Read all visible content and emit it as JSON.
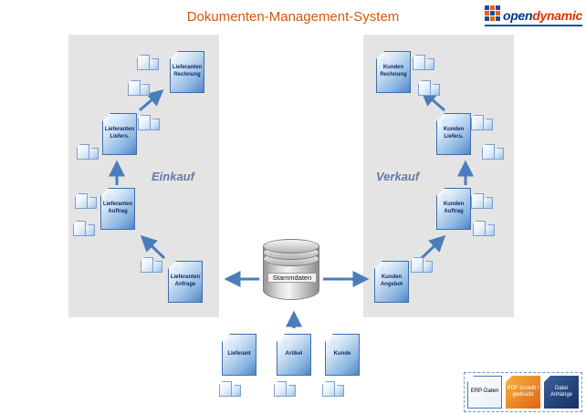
{
  "title": "Dokumenten-Management-System",
  "logo": {
    "open": "open",
    "dynamic": "dynamic"
  },
  "sections": {
    "einkauf": {
      "label": "Einkauf"
    },
    "verkauf": {
      "label": "Verkauf"
    }
  },
  "nodes": {
    "lieferanten_rechnung": {
      "label": "Lieferanten Rechnung"
    },
    "lieferanten_liefers": {
      "label": "Lieferanten Liefers."
    },
    "lieferanten_auftrag": {
      "label": "Lieferanten Auftrag"
    },
    "lieferanten_anfrage": {
      "label": "Lieferanten Anfrage"
    },
    "kunden_rechnung": {
      "label": "Kunden Rechnung"
    },
    "kunden_liefers": {
      "label": "Kunden Liefers."
    },
    "kunden_auftrag": {
      "label": "Kunden Auftrag"
    },
    "kunden_angebot": {
      "label": "Kunden Angebot"
    },
    "lieferant": {
      "label": "Lieferant"
    },
    "artikel": {
      "label": "Artikel"
    },
    "kunde": {
      "label": "Kunde"
    }
  },
  "stammdaten": {
    "label": "Stammdaten"
  },
  "legend": {
    "erp": "ERP-Daten",
    "pdf": "PDF erstellt / gedruckt",
    "anhaenge": "Datei Anhänge"
  },
  "colors": {
    "title_orange": "#d4590a",
    "arrow_blue": "#4a7ebb",
    "panel_gray": "#e4e4e4",
    "doc_blue": "#5086c6",
    "legend_pdf_orange": "#e2641a",
    "legend_attach_blue": "#152f5d",
    "logo_open_blue": "#003a8c",
    "logo_dynamic_red": "#e03000"
  }
}
